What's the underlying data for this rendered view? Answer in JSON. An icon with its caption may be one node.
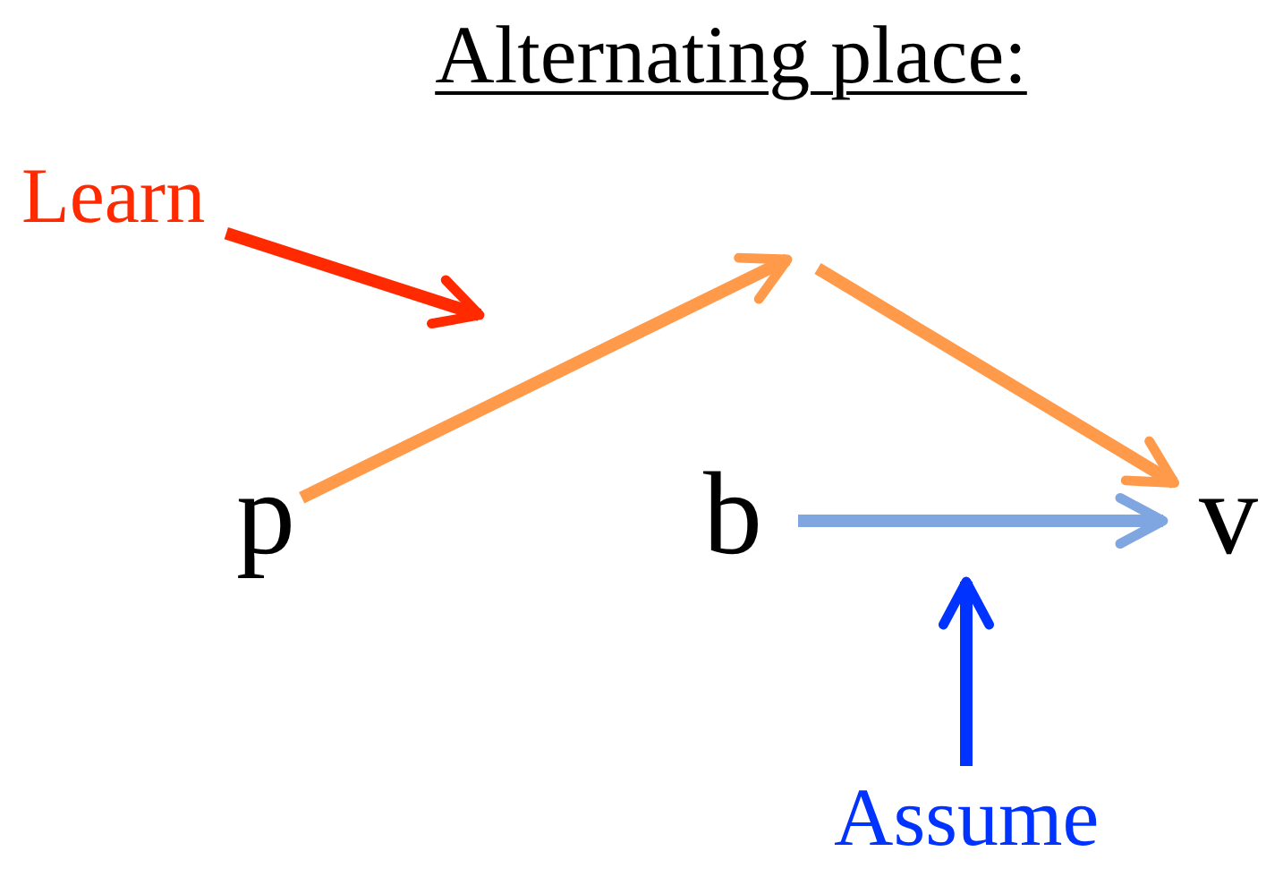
{
  "diagram": {
    "title": "Alternating place:",
    "nodes": [
      {
        "text": [
          "p"
        ]
      },
      {
        "text": [
          "b"
        ]
      },
      {
        "text": [
          "v"
        ]
      },
      {
        "text": [
          "Learn"
        ]
      },
      {
        "text": [
          "Assume"
        ]
      }
    ],
    "edges": [
      {
        "from": 0,
        "to": null,
        "arrow": "to",
        "color": "#ff9a4a"
      },
      {
        "from": null,
        "to": 2,
        "arrow": "to",
        "color": "#ff9a4a"
      },
      {
        "from": 1,
        "to": 2,
        "arrow": "to",
        "color": "#7fa6e0"
      },
      {
        "from": 3,
        "to": null,
        "arrow": "to",
        "color": "#ff2a00"
      },
      {
        "from": 4,
        "to": null,
        "arrow": "to",
        "color": "#0033ff"
      }
    ]
  }
}
